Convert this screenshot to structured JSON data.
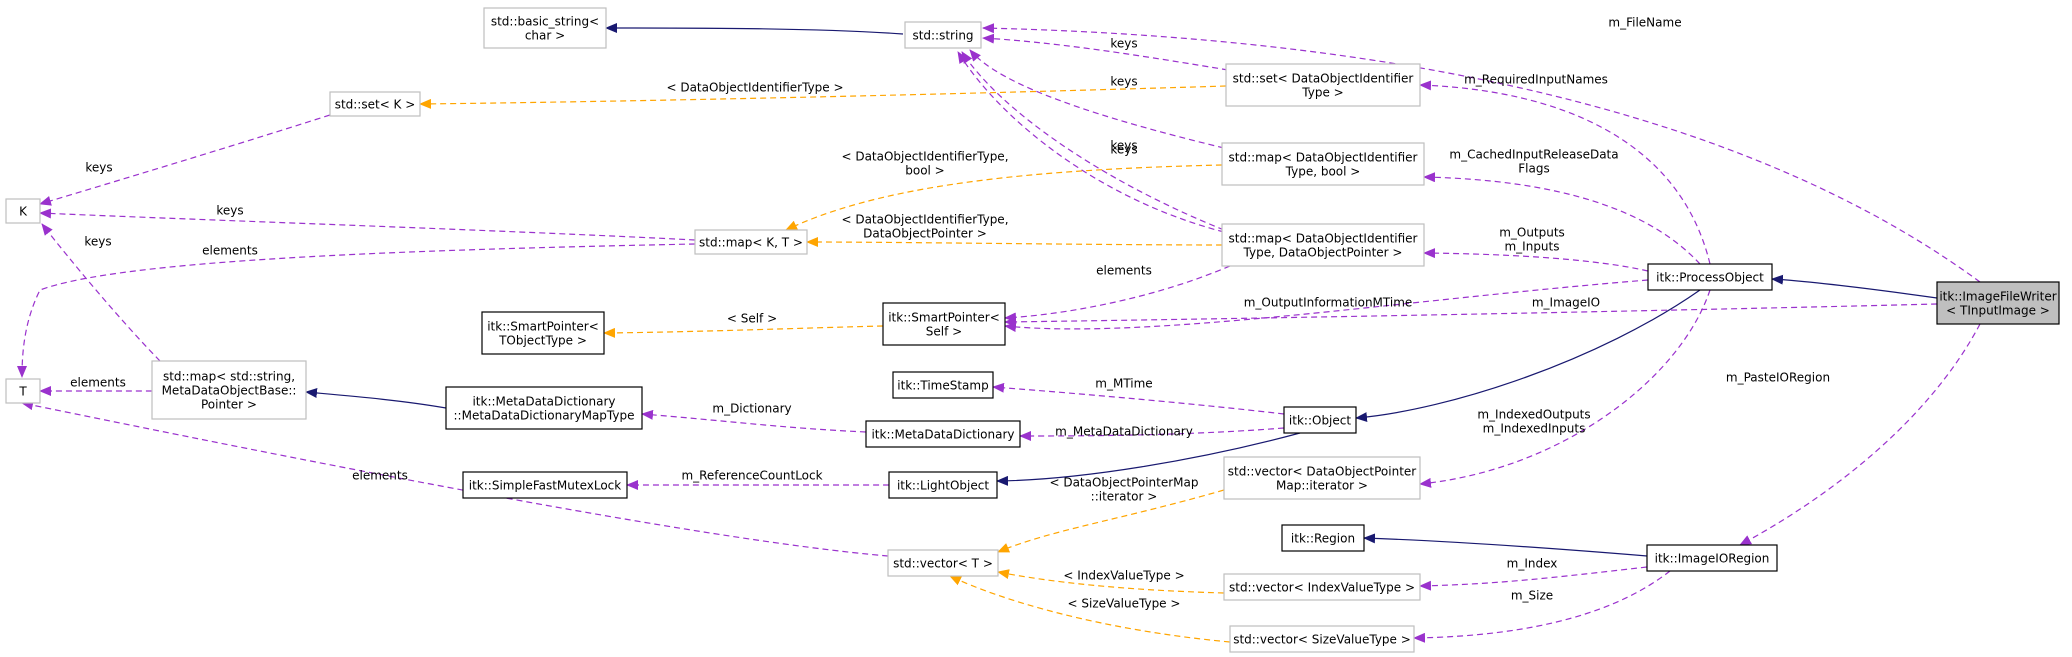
{
  "nodes": [
    {
      "id": "basic_string",
      "lines": [
        "std::basic_string<",
        "char >"
      ],
      "style": "gray"
    },
    {
      "id": "string",
      "lines": [
        "std::string"
      ],
      "style": "gray"
    },
    {
      "id": "set_k",
      "lines": [
        "std::set< K >"
      ],
      "style": "gray"
    },
    {
      "id": "k",
      "lines": [
        "K"
      ],
      "style": "gray"
    },
    {
      "id": "t",
      "lines": [
        "T"
      ],
      "style": "gray"
    },
    {
      "id": "map_kt",
      "lines": [
        "std::map< K, T >"
      ],
      "style": "gray"
    },
    {
      "id": "set_doit",
      "lines": [
        "std::set< DataObjectIdentifier",
        "Type >"
      ],
      "style": "gray"
    },
    {
      "id": "map_bool",
      "lines": [
        "std::map< DataObjectIdentifier",
        "Type, bool >"
      ],
      "style": "gray"
    },
    {
      "id": "map_dop",
      "lines": [
        "std::map< DataObjectIdentifier",
        "Type, DataObjectPointer >"
      ],
      "style": "gray"
    },
    {
      "id": "sp_tobj",
      "lines": [
        "itk::SmartPointer<",
        "TObjectType >"
      ],
      "style": "normal"
    },
    {
      "id": "sp_self",
      "lines": [
        "itk::SmartPointer<",
        "Self >"
      ],
      "style": "normal"
    },
    {
      "id": "map_meta",
      "lines": [
        "std::map< std::string,",
        "MetaDataObjectBase::",
        "Pointer >"
      ],
      "style": "gray"
    },
    {
      "id": "mdd_maptype",
      "lines": [
        "itk::MetaDataDictionary",
        "::MetaDataDictionaryMapType"
      ],
      "style": "normal"
    },
    {
      "id": "mdd",
      "lines": [
        "itk::MetaDataDictionary"
      ],
      "style": "normal"
    },
    {
      "id": "timestamp",
      "lines": [
        "itk::TimeStamp"
      ],
      "style": "normal"
    },
    {
      "id": "object",
      "lines": [
        "itk::Object"
      ],
      "style": "normal"
    },
    {
      "id": "lightobject",
      "lines": [
        "itk::LightObject"
      ],
      "style": "normal"
    },
    {
      "id": "mutex",
      "lines": [
        "itk::SimpleFastMutexLock"
      ],
      "style": "normal"
    },
    {
      "id": "processobject",
      "lines": [
        "itk::ProcessObject"
      ],
      "style": "normal"
    },
    {
      "id": "imagefilewriter",
      "lines": [
        "itk::ImageFileWriter",
        "< TInputImage >"
      ],
      "style": "focus"
    },
    {
      "id": "vec_dopm",
      "lines": [
        "std::vector< DataObjectPointer",
        "Map::iterator >"
      ],
      "style": "gray"
    },
    {
      "id": "vec_t",
      "lines": [
        "std::vector< T >"
      ],
      "style": "gray"
    },
    {
      "id": "region",
      "lines": [
        "itk::Region"
      ],
      "style": "normal"
    },
    {
      "id": "imageioregion",
      "lines": [
        "itk::ImageIORegion"
      ],
      "style": "normal"
    },
    {
      "id": "vec_index",
      "lines": [
        "std::vector< IndexValueType >"
      ],
      "style": "gray"
    },
    {
      "id": "vec_size",
      "lines": [
        "std::vector< SizeValueType >"
      ],
      "style": "gray"
    }
  ],
  "edges": [
    {
      "id": "e1",
      "kind": "inh",
      "label": []
    },
    {
      "id": "e2",
      "kind": "use",
      "label": [
        "keys"
      ]
    },
    {
      "id": "e3",
      "kind": "use",
      "label": [
        "keys"
      ]
    },
    {
      "id": "e4",
      "kind": "use",
      "label": [
        "keys"
      ]
    },
    {
      "id": "e5",
      "kind": "use",
      "label": [
        "keys"
      ]
    },
    {
      "id": "e6",
      "kind": "use",
      "label": [
        "m_FileName"
      ]
    },
    {
      "id": "e7",
      "kind": "tpl",
      "label": [
        "< DataObjectIdentifierType >"
      ]
    },
    {
      "id": "e8",
      "kind": "use",
      "label": [
        "keys"
      ]
    },
    {
      "id": "e9",
      "kind": "use",
      "label": [
        "keys"
      ]
    },
    {
      "id": "e10",
      "kind": "use",
      "label": [
        "keys"
      ]
    },
    {
      "id": "e11",
      "kind": "use",
      "label": [
        "elements"
      ]
    },
    {
      "id": "e12",
      "kind": "tpl",
      "label": [
        "< DataObjectIdentifierType,",
        "bool >"
      ]
    },
    {
      "id": "e13",
      "kind": "tpl",
      "label": [
        "< DataObjectIdentifierType,",
        "DataObjectPointer >"
      ]
    },
    {
      "id": "e14",
      "kind": "use",
      "label": [
        "m_RequiredInputNames"
      ]
    },
    {
      "id": "e15",
      "kind": "use",
      "label": [
        "m_CachedInputReleaseData",
        "Flags"
      ]
    },
    {
      "id": "e16",
      "kind": "use",
      "label": [
        "m_Outputs",
        "m_Inputs"
      ]
    },
    {
      "id": "e17",
      "kind": "use",
      "label": [
        "elements"
      ]
    },
    {
      "id": "e18",
      "kind": "tpl",
      "label": [
        "< Self >"
      ]
    },
    {
      "id": "e19",
      "kind": "use",
      "label": [
        "m_ImageIO"
      ]
    },
    {
      "id": "e20",
      "kind": "use",
      "label": [
        "m_OutputInformationMTime"
      ]
    },
    {
      "id": "e21",
      "kind": "inh",
      "label": []
    },
    {
      "id": "e22",
      "kind": "use",
      "label": [
        "elements"
      ]
    },
    {
      "id": "e23",
      "kind": "inh",
      "label": []
    },
    {
      "id": "e24",
      "kind": "use",
      "label": [
        "m_Dictionary"
      ]
    },
    {
      "id": "e25",
      "kind": "use",
      "label": [
        "m_MetaDataDictionary"
      ]
    },
    {
      "id": "e26",
      "kind": "use",
      "label": [
        "m_MTime"
      ]
    },
    {
      "id": "e27",
      "kind": "inh",
      "label": []
    },
    {
      "id": "e28",
      "kind": "inh",
      "label": []
    },
    {
      "id": "e29",
      "kind": "use",
      "label": [
        "m_ReferenceCountLock"
      ]
    },
    {
      "id": "e30",
      "kind": "use",
      "label": [
        "m_IndexedOutputs",
        "m_IndexedInputs"
      ]
    },
    {
      "id": "e31",
      "kind": "use",
      "label": [
        "elements"
      ]
    },
    {
      "id": "e32",
      "kind": "tpl",
      "label": [
        "< DataObjectPointerMap",
        "::iterator >"
      ]
    },
    {
      "id": "e33",
      "kind": "use",
      "label": [
        "m_PasteIORegion"
      ]
    },
    {
      "id": "e34",
      "kind": "inh",
      "label": []
    },
    {
      "id": "e35",
      "kind": "use",
      "label": [
        "m_Index"
      ]
    },
    {
      "id": "e36",
      "kind": "use",
      "label": [
        "m_Size"
      ]
    },
    {
      "id": "e37",
      "kind": "tpl",
      "label": [
        "< IndexValueType >"
      ]
    },
    {
      "id": "e38",
      "kind": "tpl",
      "label": [
        "< SizeValueType >"
      ]
    }
  ],
  "colors": {
    "inheritance": "#191970",
    "usage": "#9a32cd",
    "template": "#ffa500",
    "gray_border": "#bfbfbf",
    "focus_fill": "#bfbfbf"
  }
}
